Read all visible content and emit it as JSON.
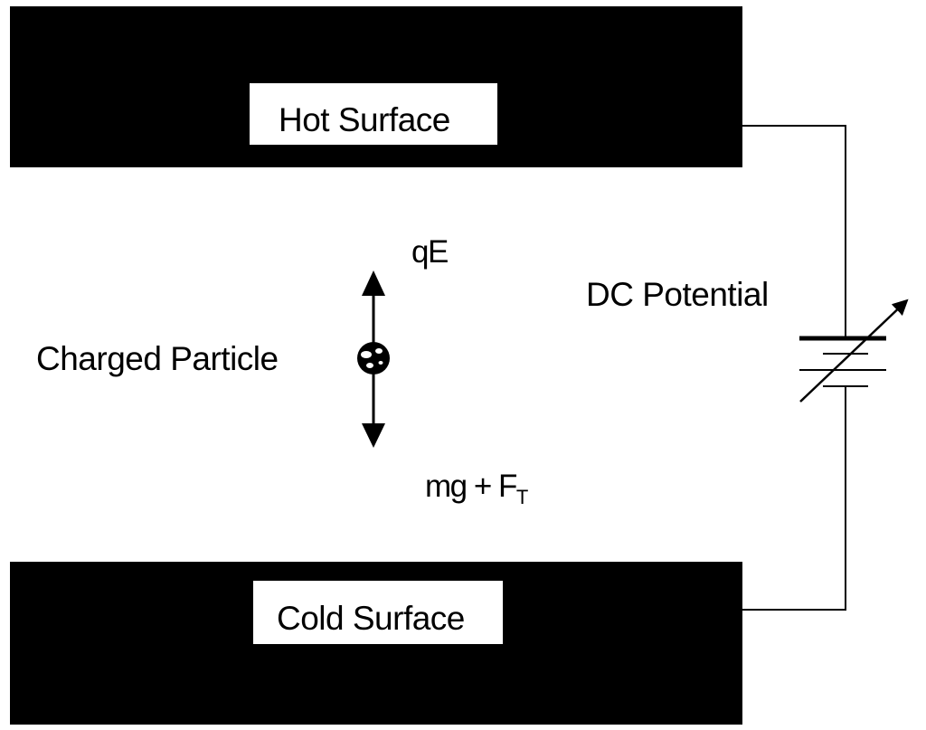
{
  "diagram": {
    "hot_surface": {
      "label": "Hot Surface"
    },
    "cold_surface": {
      "label": "Cold Surface"
    },
    "particle": {
      "label": "Charged Particle"
    },
    "force_up": {
      "label": "qE"
    },
    "force_down": {
      "main": "mg + F",
      "subscript": "T"
    },
    "source": {
      "label": "DC Potential"
    }
  },
  "colors": {
    "plate": "#000000",
    "label_box": "#ffffff",
    "line": "#000000"
  }
}
